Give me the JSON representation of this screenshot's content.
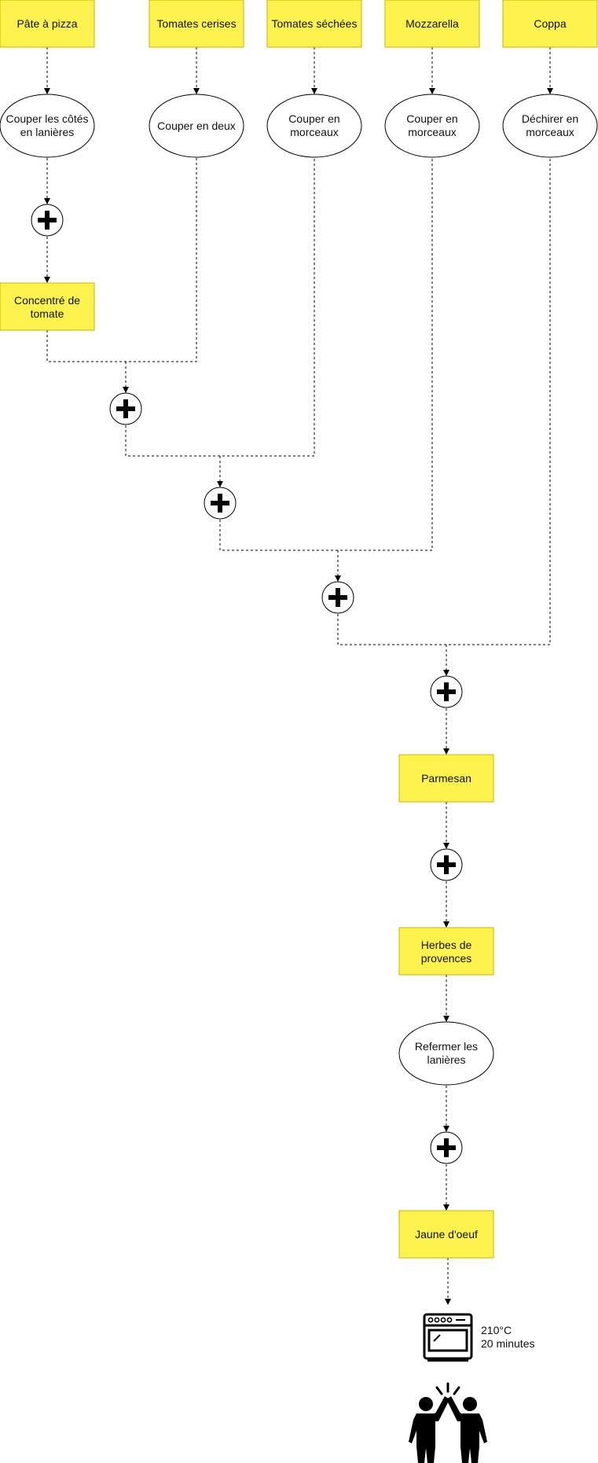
{
  "ingredients": {
    "pate_pizza": "Pâte à pizza",
    "tomates_cerises": "Tomates cerises",
    "tomates_sechees": "Tomates séchées",
    "mozzarella": "Mozzarella",
    "coppa": "Coppa",
    "concentre_l1": "Concentré de",
    "concentre_l2": "tomate",
    "parmesan": "Parmesan",
    "herbes_l1": "Herbes de",
    "herbes_l2": "provences",
    "jaune": "Jaune d'oeuf"
  },
  "actions": {
    "couper_cotes_l1": "Couper les côtés",
    "couper_cotes_l2": "en lanières",
    "couper_deux": "Couper en deux",
    "couper_morceaux_a_l1": "Couper en",
    "couper_morceaux_a_l2": "morceaux",
    "couper_morceaux_b_l1": "Couper en",
    "couper_morceaux_b_l2": "morceaux",
    "dechirer_l1": "Déchirer en",
    "dechirer_l2": "morceaux",
    "refermer_l1": "Refermer les",
    "refermer_l2": "lanières"
  },
  "oven": {
    "temperature": "210°C",
    "duration": "20 minutes",
    "icon": "oven-icon"
  },
  "celebration_icon": "high-five-icon",
  "colors": {
    "box_fill": "#fdf24e",
    "box_stroke": "#c8b600",
    "line": "#000000"
  }
}
